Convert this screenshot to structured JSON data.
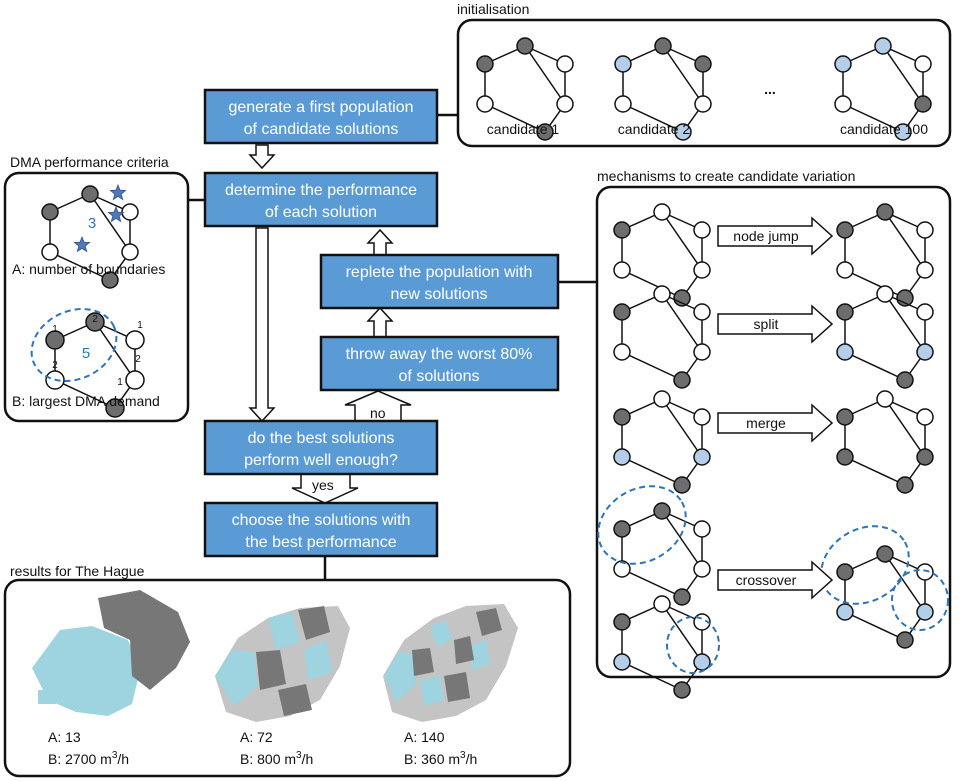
{
  "initialisation": {
    "title": "initialisation",
    "candidates": [
      "candidate 1",
      "candidate 2",
      "candidate 100"
    ],
    "ellipsis": "..."
  },
  "steps": {
    "generate": [
      "generate a first population",
      "of candidate solutions"
    ],
    "determine": [
      "determine the performance",
      "of each solution"
    ],
    "replete": [
      "replete the population with",
      "new solutions"
    ],
    "throw": [
      "throw away the worst 80%",
      "of solutions"
    ],
    "check": [
      "do the best solutions",
      "perform well enough?"
    ],
    "choose": [
      "choose the solutions with",
      "the best performance"
    ]
  },
  "decisions": {
    "no": "no",
    "yes": "yes"
  },
  "criteria": {
    "title": "DMA performance criteria",
    "a_label": "A: number of boundaries",
    "a_value": "3",
    "b_label": "B: largest DMA demand",
    "b_value": "5",
    "b_node_weights": [
      "1",
      "2",
      "2",
      "1",
      "2",
      "1"
    ]
  },
  "mechanisms": {
    "title": "mechanisms to create candidate variation",
    "items": [
      "node jump",
      "split",
      "merge",
      "crossover"
    ]
  },
  "results": {
    "title": "results for The Hague",
    "maps": [
      {
        "a": "A: 13",
        "b_prefix": "B: 2700 m",
        "b_sup": "3",
        "b_suffix": "/h"
      },
      {
        "a": "A: 72",
        "b_prefix": "B: 800 m",
        "b_sup": "3",
        "b_suffix": "/h"
      },
      {
        "a": "A: 140",
        "b_prefix": "B: 360 m",
        "b_sup": "3",
        "b_suffix": "/h"
      }
    ]
  },
  "colors": {
    "step_fill": "#5b9bd5",
    "node_dark": "#6d6d6d",
    "node_blue": "#b4cde8",
    "node_white": "#ffffff",
    "dash_blue": "#2e75b6",
    "map_grey": "#777777",
    "map_light": "#c4c4c4",
    "map_blue": "#9ed3e0"
  }
}
